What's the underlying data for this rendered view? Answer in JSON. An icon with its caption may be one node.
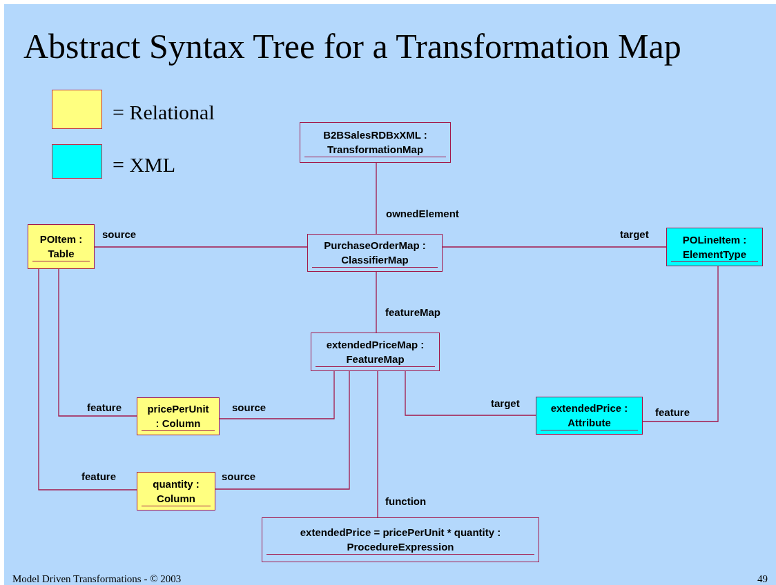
{
  "diagram": {
    "title": "Abstract Syntax Tree for a Transformation Map",
    "nodes": [
      {
        "text": [
          "B2BSalesRDBxXML : TransformationMap"
        ]
      },
      {
        "text": [
          "POItem : Table"
        ]
      },
      {
        "text": [
          "PurchaseOrderMap : ClassifierMap"
        ]
      },
      {
        "text": [
          "POLineItem : ElementType"
        ]
      },
      {
        "text": [
          "extendedPriceMap : FeatureMap"
        ]
      },
      {
        "text": [
          "pricePerUnit : Column"
        ]
      },
      {
        "text": [
          "extendedPrice : Attribute"
        ]
      },
      {
        "text": [
          "quantity : Column"
        ]
      },
      {
        "text": [
          "extendedPrice = pricePerUnit * quantity : ProcedureExpression"
        ]
      }
    ],
    "edges": [
      {
        "from": 0,
        "to": 2,
        "arrow": "none",
        "label": "ownedElement"
      },
      {
        "from": 1,
        "to": 2,
        "arrow": "none",
        "label": "source"
      },
      {
        "from": 2,
        "to": 3,
        "arrow": "none",
        "label": "target"
      },
      {
        "from": 2,
        "to": 4,
        "arrow": "none",
        "label": "featureMap"
      },
      {
        "from": 1,
        "to": 5,
        "arrow": "none",
        "label": "feature"
      },
      {
        "from": 1,
        "to": 7,
        "arrow": "none",
        "label": "feature"
      },
      {
        "from": 4,
        "to": 5,
        "arrow": "none",
        "label": "source"
      },
      {
        "from": 4,
        "to": 7,
        "arrow": "none",
        "label": "source"
      },
      {
        "from": 4,
        "to": 6,
        "arrow": "none",
        "label": "target"
      },
      {
        "from": 3,
        "to": 6,
        "arrow": "none",
        "label": "feature"
      },
      {
        "from": 4,
        "to": 8,
        "arrow": "none",
        "label": "function"
      }
    ],
    "labels": [
      "Model Driven Transformations - © 2003",
      "49"
    ],
    "legend": [
      {
        "text": "= Relational",
        "color": "#ffff80"
      },
      {
        "text": "= XML",
        "color": "#00ffff"
      }
    ]
  }
}
